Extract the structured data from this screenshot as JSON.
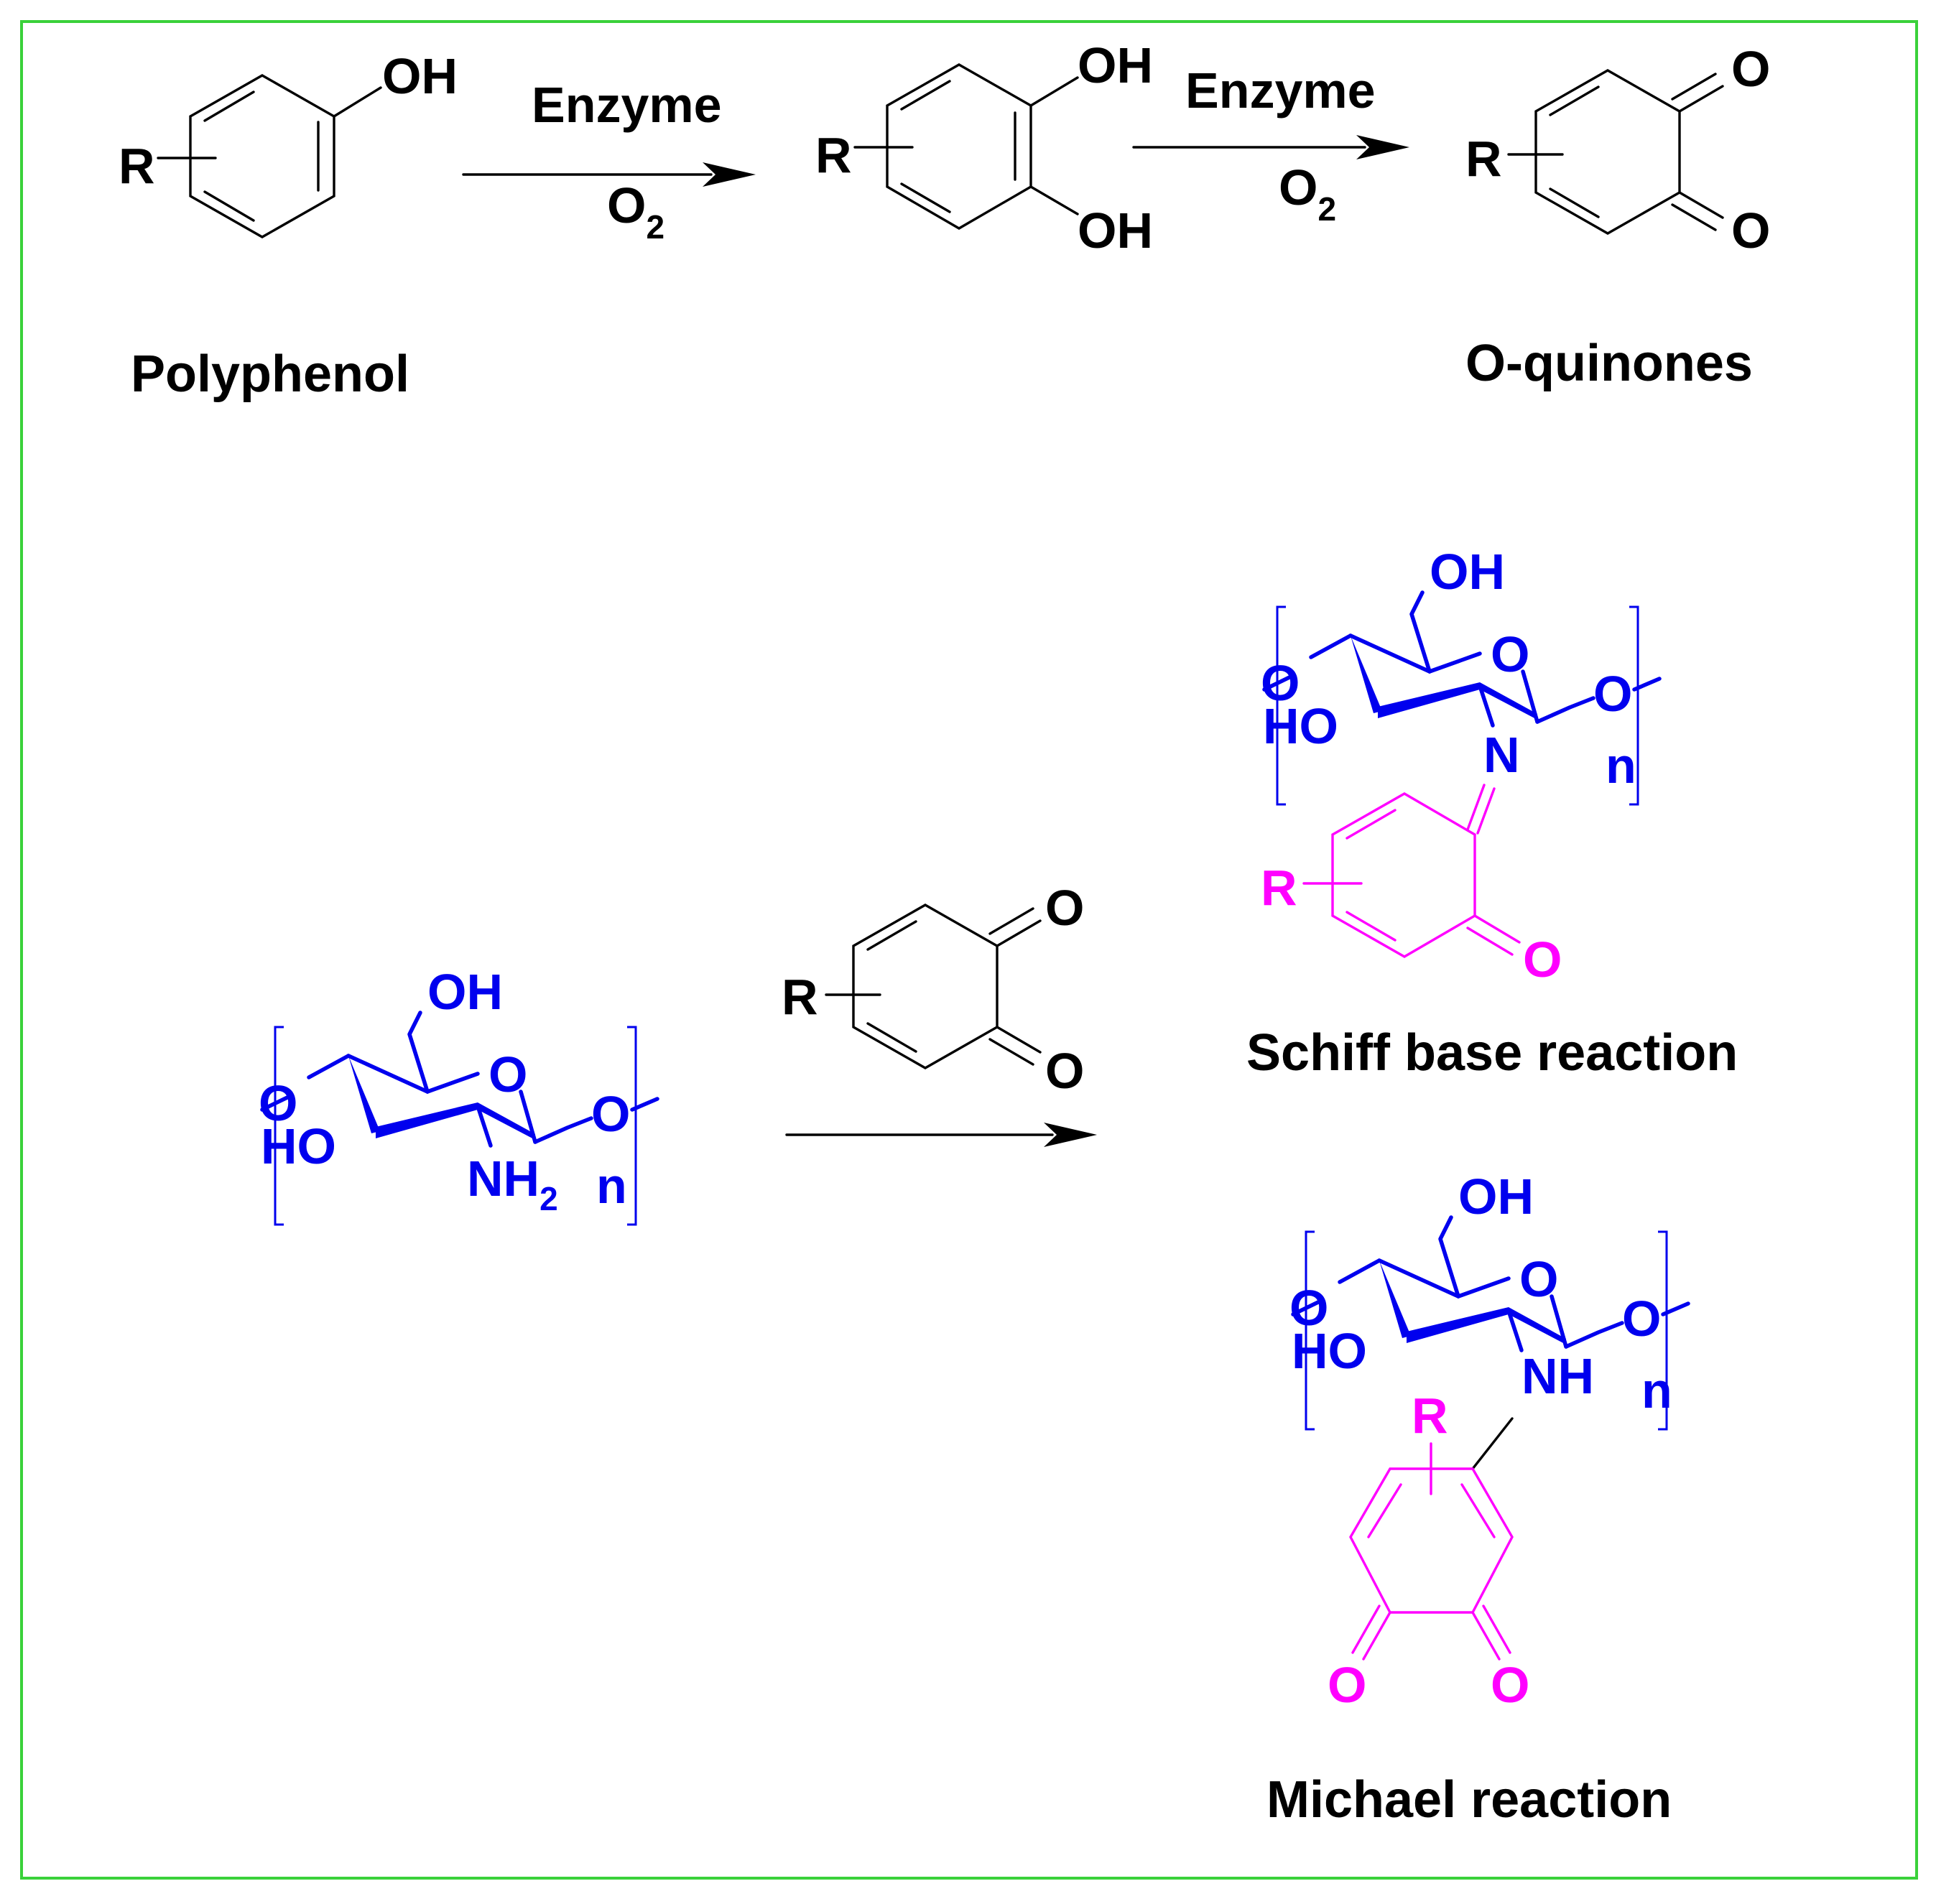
{
  "reaction_1": {
    "step1_reagent": "Enzyme",
    "step1_oxidant": "O",
    "step2_reagent": "Enzyme",
    "step2_oxidant": "O",
    "oxidant_subscript": "2",
    "reactant_name": "Polyphenol",
    "product_name": "O-quinones"
  },
  "reaction_2": {
    "schiff_label": "Schiff base reaction",
    "michael_label": "Michael reaction"
  },
  "atoms": {
    "R": "R",
    "OH": "OH",
    "HO": "HO",
    "O": "O",
    "N": "N",
    "NH": "NH",
    "NH_main": "NH",
    "NH_sub": "2",
    "n": "n"
  },
  "colors": {
    "frame": "#3ad13a",
    "chitosan": "#0000ee",
    "quinone_adduct": "#ff00ff",
    "text": "#000000"
  }
}
